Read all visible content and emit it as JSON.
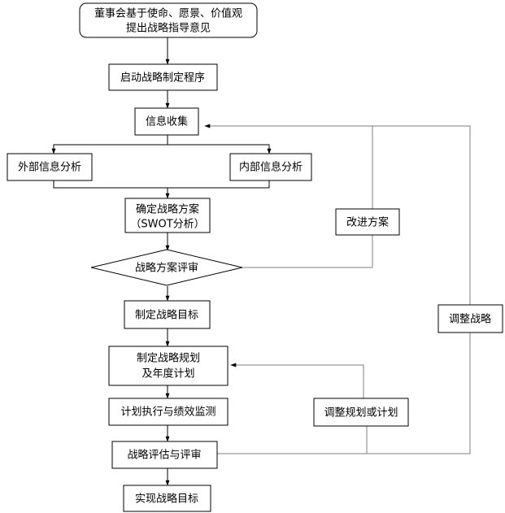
{
  "nodes": {
    "board_guidance": [
      "董事会基于使命、愿景、价值观",
      "提出战略指导意见"
    ],
    "start_procedure": [
      "启动战略制定程序"
    ],
    "info_collection": [
      "信息收集"
    ],
    "external_analysis": [
      "外部信息分析"
    ],
    "internal_analysis": [
      "内部信息分析"
    ],
    "determine_plan": [
      "确定战略方案",
      "（SWOT分析）"
    ],
    "improve_plan": [
      "改进方案"
    ],
    "plan_review": [
      "战略方案评审"
    ],
    "set_goals": [
      "制定战略目标"
    ],
    "adjust_strategy": [
      "调整战略"
    ],
    "planning": [
      "制定战略规划",
      "及年度计划"
    ],
    "execution_monitoring": [
      "计划执行与绩效监测"
    ],
    "adjust_plans": [
      "调整规划或计划"
    ],
    "evaluation": [
      "战略评估与评审"
    ],
    "achieve_goals": [
      "实现战略目标"
    ]
  },
  "colors": {
    "line": "#000000",
    "feedback_line": "#7f7f7f",
    "box_fill": "#ffffff",
    "text": "#000000"
  }
}
